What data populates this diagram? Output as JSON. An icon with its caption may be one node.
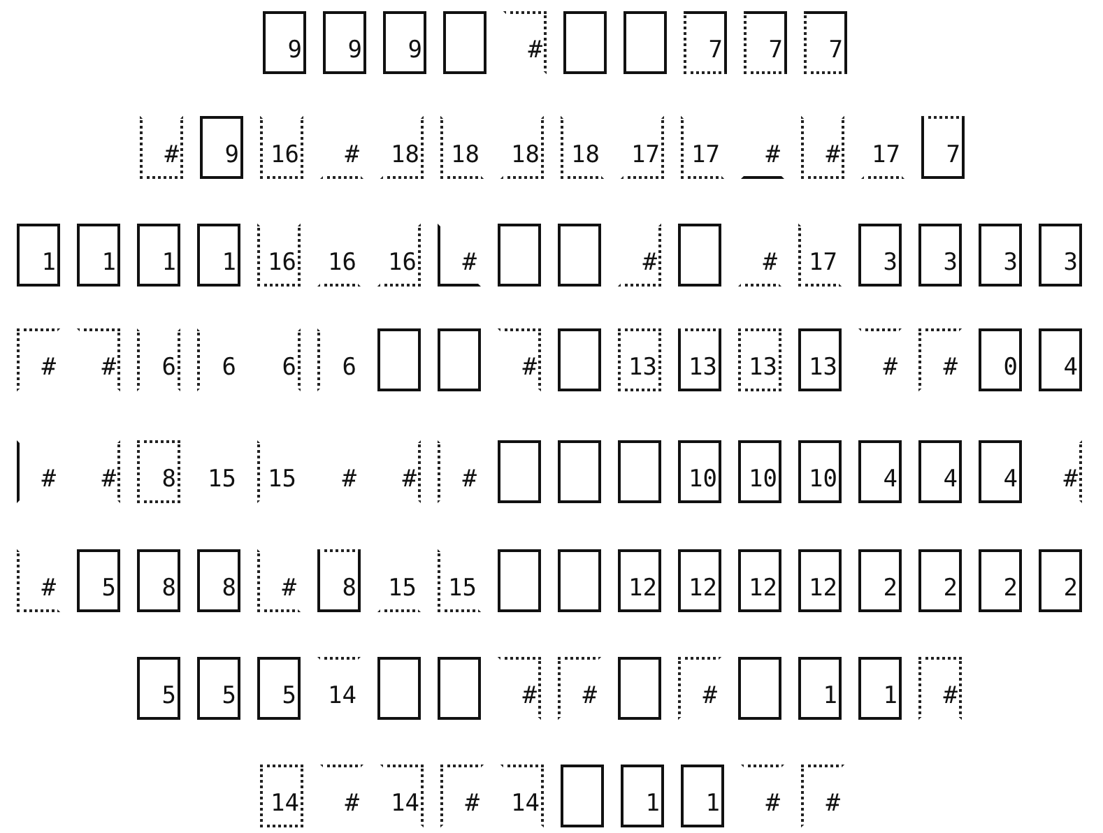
{
  "diagram": {
    "nodes": [
      {
        "text": [
          "9"
        ]
      },
      {
        "text": [
          "9"
        ]
      },
      {
        "text": [
          "9"
        ]
      },
      {
        "text": [],
        "shape": "box"
      },
      {
        "text": [
          "#"
        ]
      },
      {
        "text": [],
        "shape": "box"
      },
      {
        "text": [],
        "shape": "box"
      },
      {
        "text": [
          "7"
        ]
      },
      {
        "text": [
          "7"
        ]
      },
      {
        "text": [
          "7"
        ]
      },
      {
        "text": [
          "#"
        ]
      },
      {
        "text": [
          "9"
        ]
      },
      {
        "text": [
          "16"
        ]
      },
      {
        "text": [
          "#"
        ]
      },
      {
        "text": [
          "18"
        ]
      },
      {
        "text": [
          "18"
        ]
      },
      {
        "text": [
          "18"
        ]
      },
      {
        "text": [
          "18"
        ]
      },
      {
        "text": [
          "17"
        ]
      },
      {
        "text": [
          "17"
        ]
      },
      {
        "text": [
          "#"
        ]
      },
      {
        "text": [
          "#"
        ]
      },
      {
        "text": [
          "17"
        ]
      },
      {
        "text": [
          "7"
        ]
      },
      {
        "text": [
          "1"
        ]
      },
      {
        "text": [
          "1"
        ]
      },
      {
        "text": [
          "1"
        ]
      },
      {
        "text": [
          "1"
        ]
      },
      {
        "text": [
          "16"
        ]
      },
      {
        "text": [
          "16"
        ]
      },
      {
        "text": [
          "16"
        ]
      },
      {
        "text": [
          "#"
        ]
      },
      {
        "text": [],
        "shape": "box"
      },
      {
        "text": [],
        "shape": "box"
      },
      {
        "text": [
          "#"
        ]
      },
      {
        "text": [],
        "shape": "box"
      },
      {
        "text": [
          "#"
        ]
      },
      {
        "text": [
          "17"
        ]
      },
      {
        "text": [
          "3"
        ]
      },
      {
        "text": [
          "3"
        ]
      },
      {
        "text": [
          "3"
        ]
      },
      {
        "text": [
          "3"
        ]
      },
      {
        "text": [
          "#"
        ]
      },
      {
        "text": [
          "#"
        ]
      },
      {
        "text": [
          "6"
        ]
      },
      {
        "text": [
          "6"
        ]
      },
      {
        "text": [
          "6"
        ]
      },
      {
        "text": [
          "6"
        ]
      },
      {
        "text": [],
        "shape": "box"
      },
      {
        "text": [],
        "shape": "box"
      },
      {
        "text": [
          "#"
        ]
      },
      {
        "text": [],
        "shape": "box"
      },
      {
        "text": [
          "13"
        ]
      },
      {
        "text": [
          "13"
        ]
      },
      {
        "text": [
          "13"
        ]
      },
      {
        "text": [
          "13"
        ]
      },
      {
        "text": [
          "#"
        ]
      },
      {
        "text": [
          "#"
        ]
      },
      {
        "text": [
          "0"
        ]
      },
      {
        "text": [
          "4"
        ]
      },
      {
        "text": [
          "#"
        ]
      },
      {
        "text": [
          "#"
        ]
      },
      {
        "text": [
          "8"
        ]
      },
      {
        "text": [
          "15"
        ]
      },
      {
        "text": [
          "15"
        ]
      },
      {
        "text": [
          "#"
        ]
      },
      {
        "text": [
          "#"
        ]
      },
      {
        "text": [
          "#"
        ]
      },
      {
        "text": [],
        "shape": "box"
      },
      {
        "text": [],
        "shape": "box"
      },
      {
        "text": [],
        "shape": "box"
      },
      {
        "text": [
          "10"
        ]
      },
      {
        "text": [
          "10"
        ]
      },
      {
        "text": [
          "10"
        ]
      },
      {
        "text": [
          "4"
        ]
      },
      {
        "text": [
          "4"
        ]
      },
      {
        "text": [
          "4"
        ]
      },
      {
        "text": [
          "#"
        ]
      },
      {
        "text": [
          "#"
        ]
      },
      {
        "text": [
          "5"
        ]
      },
      {
        "text": [
          "8"
        ]
      },
      {
        "text": [
          "8"
        ]
      },
      {
        "text": [
          "#"
        ]
      },
      {
        "text": [
          "8"
        ]
      },
      {
        "text": [
          "15"
        ]
      },
      {
        "text": [
          "15"
        ]
      },
      {
        "text": [],
        "shape": "box"
      },
      {
        "text": [],
        "shape": "box"
      },
      {
        "text": [
          "12"
        ]
      },
      {
        "text": [
          "12"
        ]
      },
      {
        "text": [
          "12"
        ]
      },
      {
        "text": [
          "12"
        ]
      },
      {
        "text": [
          "2"
        ]
      },
      {
        "text": [
          "2"
        ]
      },
      {
        "text": [
          "2"
        ]
      },
      {
        "text": [
          "2"
        ]
      },
      {
        "text": [
          "5"
        ]
      },
      {
        "text": [
          "5"
        ]
      },
      {
        "text": [
          "5"
        ]
      },
      {
        "text": [
          "14"
        ]
      },
      {
        "text": [],
        "shape": "box"
      },
      {
        "text": [],
        "shape": "box"
      },
      {
        "text": [
          "#"
        ]
      },
      {
        "text": [
          "#"
        ]
      },
      {
        "text": [],
        "shape": "box"
      },
      {
        "text": [
          "#"
        ]
      },
      {
        "text": [],
        "shape": "box"
      },
      {
        "text": [
          "1"
        ]
      },
      {
        "text": [
          "1"
        ]
      },
      {
        "text": [
          "#"
        ]
      },
      {
        "text": [
          "14"
        ]
      },
      {
        "text": [
          "#"
        ]
      },
      {
        "text": [
          "14"
        ]
      },
      {
        "text": [
          "#"
        ]
      },
      {
        "text": [
          "14"
        ]
      },
      {
        "text": [],
        "shape": "box"
      },
      {
        "text": [
          "1"
        ]
      },
      {
        "text": [
          "1"
        ]
      },
      {
        "text": [
          "#"
        ]
      },
      {
        "text": [
          "#"
        ]
      }
    ]
  }
}
